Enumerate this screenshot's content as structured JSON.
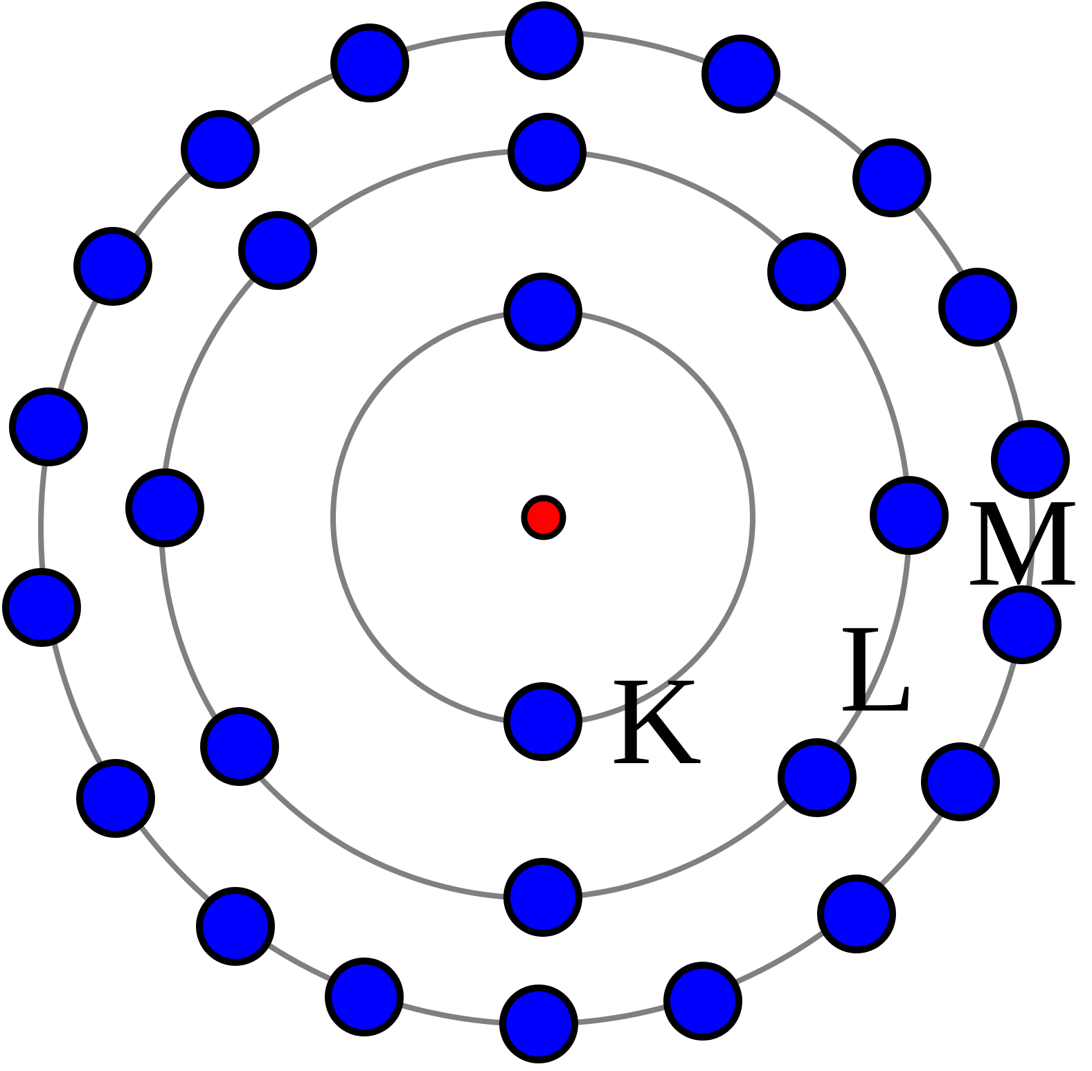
{
  "diagram": {
    "nucleus": {
      "color": "#ff0000"
    },
    "electron_color": "#0000ff",
    "orbit_color": "#808080",
    "shells": [
      {
        "label": "K",
        "electrons": 2
      },
      {
        "label": "L",
        "electrons": 8
      },
      {
        "label": "M",
        "electrons": 18
      }
    ]
  }
}
